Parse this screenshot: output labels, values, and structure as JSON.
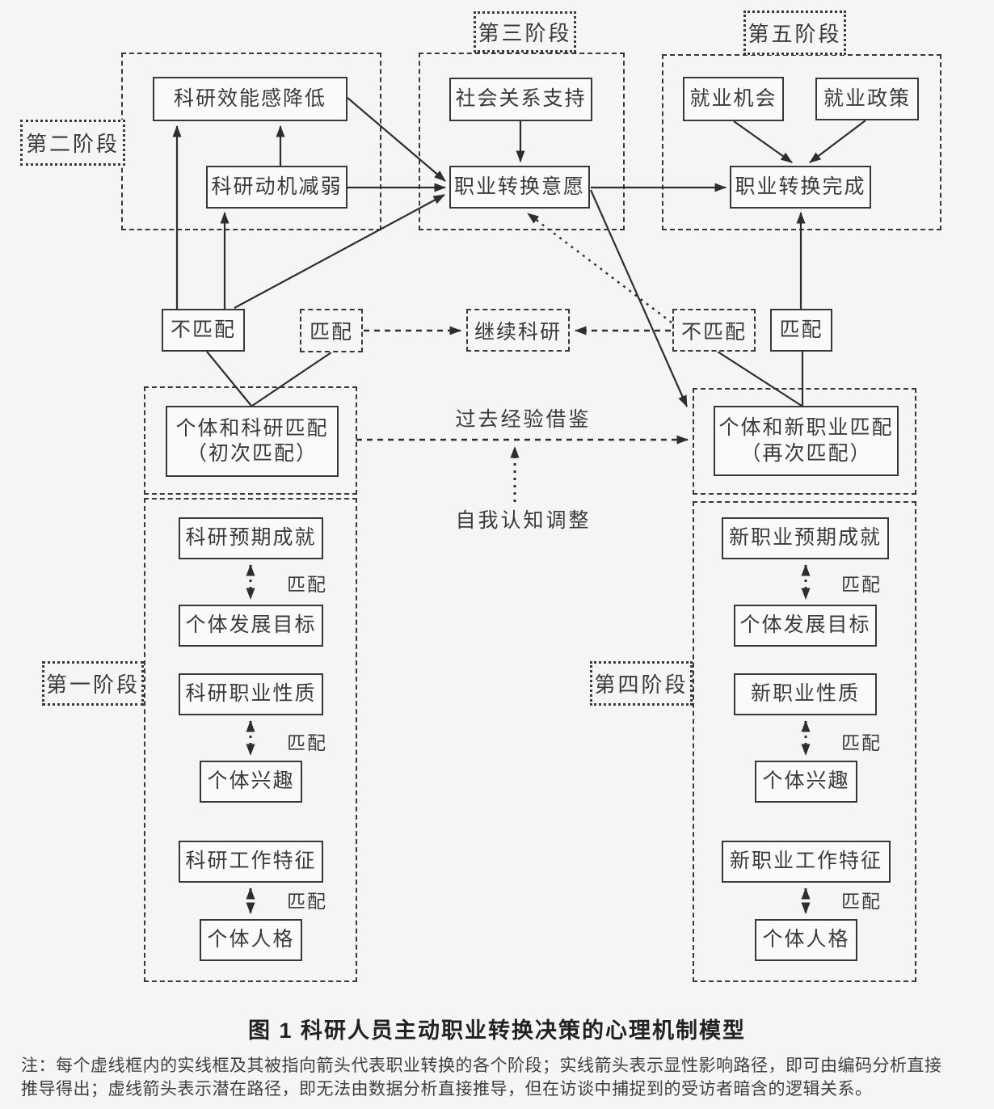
{
  "figure": {
    "caption": "图 1  科研人员主动职业转换决策的心理机制模型",
    "note_line1": "注：每个虚线框内的实线框及其被指向箭头代表职业转换的各个阶段；实线箭头表示显性影响路径，即可由编码分析直接",
    "note_line2": "推导得出；虚线箭头表示潜在路径，即无法由数据分析直接推导，但在访谈中捕捉到的受访者暗含的逻辑关系。"
  },
  "stages": {
    "stage1": "第一阶段",
    "stage2": "第二阶段",
    "stage3": "第三阶段",
    "stage4": "第四阶段",
    "stage5": "第五阶段"
  },
  "nodes": {
    "efficacy_decline": "科研效能感降低",
    "motivation_weaken": "科研动机减弱",
    "social_support": "社会关系支持",
    "transition_intention": "职业转换意愿",
    "job_opportunity": "就业机会",
    "job_policy": "就业政策",
    "transition_complete": "职业转换完成",
    "mismatch_left": "不匹配",
    "match_left": "匹配",
    "continue_research": "继续科研",
    "mismatch_right": "不匹配",
    "match_right": "匹配",
    "initial_fit_line1": "个体和科研匹配",
    "initial_fit_line2": "（初次匹配）",
    "renew_fit_line1": "个体和新职业匹配",
    "renew_fit_line2": "（再次匹配）",
    "research_expected_achievement": "科研预期成就",
    "personal_goal_left": "个体发展目标",
    "research_career_nature": "科研职业性质",
    "personal_interest_left": "个体兴趣",
    "research_job_traits": "科研工作特征",
    "personality_left": "个体人格",
    "new_expected_achievement": "新职业预期成就",
    "personal_goal_right": "个体发展目标",
    "new_career_nature": "新职业性质",
    "personal_interest_right": "个体兴趣",
    "new_job_traits": "新职业工作特征",
    "personality_right": "个体人格"
  },
  "labels": {
    "past_experience": "过去经验借鉴",
    "self_cognition": "自我认知调整",
    "match": "匹配"
  },
  "colors": {
    "background": "#f5f5f5",
    "line": "#2e2e2e",
    "box_background": "#fafafa",
    "text": "#3a3a3a"
  }
}
